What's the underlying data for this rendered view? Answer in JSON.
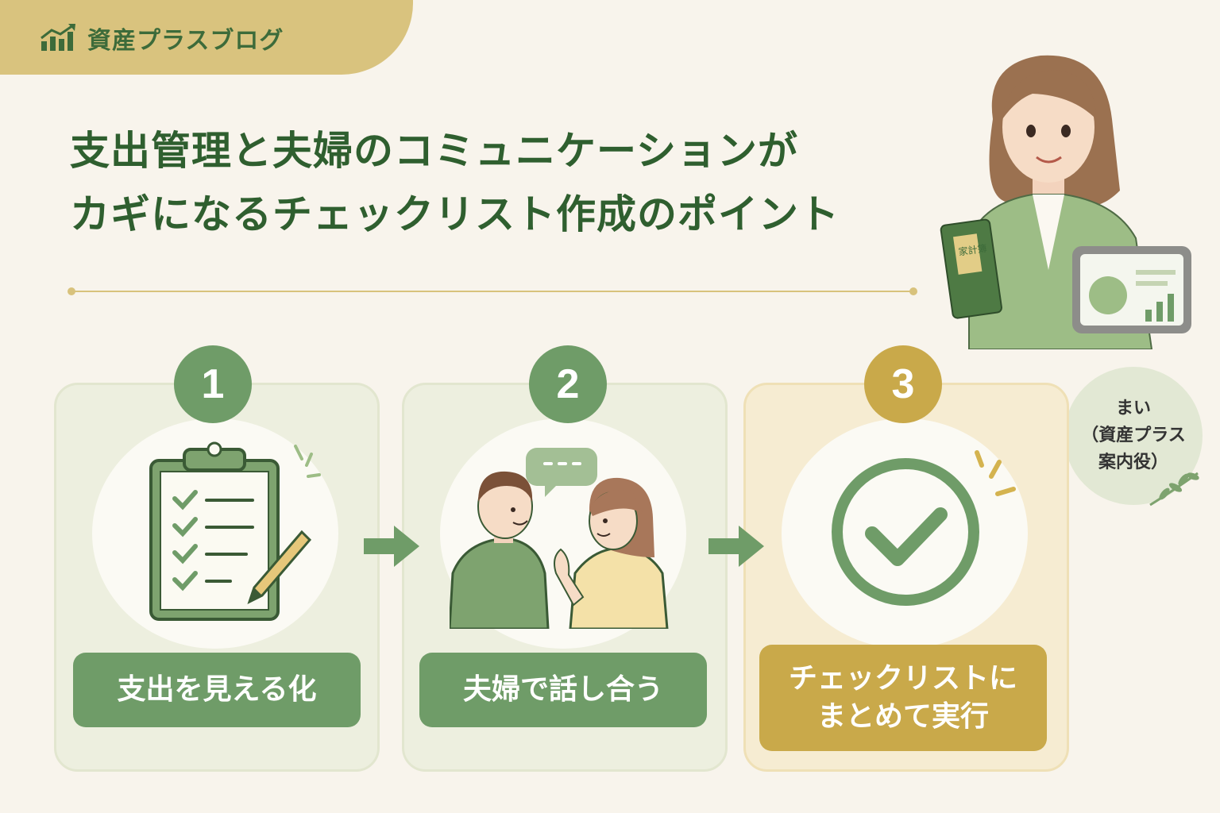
{
  "brand": {
    "name": "資産プラスブログ",
    "icon": "chart-growth-icon"
  },
  "title": {
    "line1": "支出管理と夫婦のコミュニケーションが",
    "line2": "カギになるチェックリスト作成のポイント"
  },
  "steps": [
    {
      "number": "1",
      "label": "支出を見える化",
      "icon": "clipboard-checklist-icon",
      "color": "#6f9c68"
    },
    {
      "number": "2",
      "label": "夫婦で話し合う",
      "icon": "couple-talking-icon",
      "color": "#6f9c68"
    },
    {
      "number": "3",
      "label_line1": "チェックリストに",
      "label_line2": "まとめて実行",
      "icon": "check-circle-icon",
      "color": "#c9a94a"
    }
  ],
  "guide": {
    "name": "まい",
    "role_line1": "（資産プラス",
    "role_line2": "案内役）",
    "book_label": "家計簿"
  },
  "colors": {
    "background": "#f8f4ec",
    "green": "#6f9c68",
    "dark_green": "#2f5f2f",
    "gold": "#c9a94a"
  }
}
